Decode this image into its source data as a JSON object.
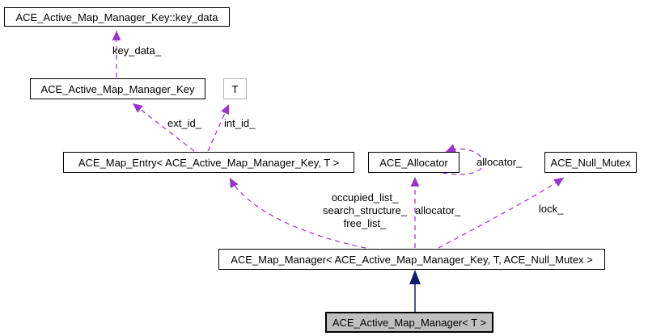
{
  "diagram": {
    "type": "uml-collaboration-diagram",
    "colors": {
      "background": "#ffffff",
      "node_fill": "#ffffff",
      "node_border": "#000000",
      "template_node_border": "#b2b2b2",
      "focus_node_fill": "#c0c0c0",
      "usage_edge": "#9a32cd",
      "inheritance_edge": "#191970"
    },
    "nodes": {
      "key_data": {
        "label": "ACE_Active_Map_Manager_Key::key_data"
      },
      "key": {
        "label": "ACE_Active_Map_Manager_Key"
      },
      "t": {
        "label": "T"
      },
      "map_entry": {
        "label": "ACE_Map_Entry< ACE_Active_Map_Manager_Key, T >"
      },
      "allocator": {
        "label": "ACE_Allocator"
      },
      "null_mutex": {
        "label": "ACE_Null_Mutex"
      },
      "map_manager": {
        "label": "ACE_Map_Manager< ACE_Active_Map_Manager_Key, T, ACE_Null_Mutex >"
      },
      "active_map_manager": {
        "label": "ACE_Active_Map_Manager< T >"
      }
    },
    "edge_labels": {
      "key_data": "key_data_",
      "ext_id": "ext_id_",
      "int_id": "int_id_",
      "occupied_list": "occupied_list_",
      "search_structure": "search_structure_",
      "free_list": "free_list_",
      "allocator": "allocator_",
      "allocator_self": "allocator_",
      "lock": "lock_"
    }
  }
}
